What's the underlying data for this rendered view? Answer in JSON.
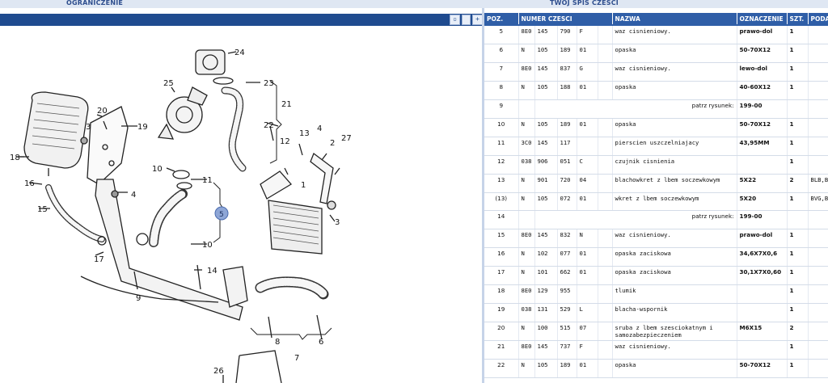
{
  "header": {
    "left_label": "OGRANICZENIE",
    "right_label": "TWOJ SPIS CZESCI"
  },
  "toolbar": {
    "zoom_label": "▫",
    "fit_label": "+"
  },
  "diagram": {
    "callouts": [
      "1",
      "2",
      "3",
      "3",
      "4",
      "4",
      "5",
      "6",
      "7",
      "8",
      "9",
      "10",
      "10",
      "11",
      "12",
      "13",
      "14",
      "15",
      "16",
      "17",
      "18",
      "19",
      "20",
      "21",
      "22",
      "23",
      "24",
      "25",
      "26",
      "27"
    ]
  },
  "table": {
    "columns": [
      "POZ.",
      "NUMER CZESCI",
      "NAZWA",
      "OZNACZENIE",
      "SZT.",
      "PODANIE"
    ],
    "rows": [
      {
        "pos": "5",
        "p1": "8E0",
        "p2": "145",
        "p3": "790",
        "p4": "F",
        "name": "waz cisnieniowy.",
        "mark": "prawo-dol",
        "qty": "1",
        "note": ""
      },
      {
        "pos": "6",
        "p1": "N",
        "p2": "105",
        "p3": "189",
        "p4": "01",
        "name": "opaska",
        "mark": "50-70X12",
        "qty": "1",
        "note": ""
      },
      {
        "pos": "7",
        "p1": "8E0",
        "p2": "145",
        "p3": "837",
        "p4": "G",
        "name": "waz cisnieniowy.",
        "mark": "lewo-dol",
        "qty": "1",
        "note": ""
      },
      {
        "pos": "8",
        "p1": "N",
        "p2": "105",
        "p3": "188",
        "p4": "01",
        "name": "opaska",
        "mark": "40-60X12",
        "qty": "1",
        "note": ""
      },
      {
        "pos": "9",
        "see": "patrz rysunek:",
        "ref": "199-00"
      },
      {
        "pos": "10",
        "p1": "N",
        "p2": "105",
        "p3": "189",
        "p4": "01",
        "name": "opaska",
        "mark": "50-70X12",
        "qty": "1",
        "note": ""
      },
      {
        "pos": "11",
        "p1": "3C0",
        "p2": "145",
        "p3": "117",
        "p4": "",
        "name": "pierscien uszczelniajacy",
        "mark": "43,95MM",
        "qty": "1",
        "note": ""
      },
      {
        "pos": "12",
        "p1": "038",
        "p2": "906",
        "p3": "051",
        "p4": "C",
        "name": "czujnik cisnienia",
        "mark": "",
        "qty": "1",
        "note": ""
      },
      {
        "pos": "13",
        "p1": "N",
        "p2": "901",
        "p3": "720",
        "p4": "04",
        "name": "blachowkret z lbem soczewkowym",
        "mark": "5X22",
        "qty": "2",
        "note": "BLB,BNA"
      },
      {
        "pos": "(13)",
        "p1": "N",
        "p2": "105",
        "p3": "072",
        "p4": "01",
        "name": "wkret z lbem soczewkowym",
        "mark": "5X20",
        "qty": "1",
        "note": "BVG,BRE,BVF,BRF,BVF,B"
      },
      {
        "pos": "14",
        "see": "patrz rysunek:",
        "ref": "199-00"
      },
      {
        "pos": "15",
        "p1": "8E0",
        "p2": "145",
        "p3": "832",
        "p4": "N",
        "name": "waz cisnieniowy.",
        "mark": "prawo-dol",
        "qty": "1",
        "note": ""
      },
      {
        "pos": "16",
        "p1": "N",
        "p2": "102",
        "p3": "077",
        "p4": "01",
        "name": "opaska zaciskowa",
        "mark": "34,6X7X0,6",
        "qty": "1",
        "note": ""
      },
      {
        "pos": "17",
        "p1": "N",
        "p2": "101",
        "p3": "662",
        "p4": "01",
        "name": "opaska zaciskowa",
        "mark": "30,1X7X0,60",
        "qty": "1",
        "note": ""
      },
      {
        "pos": "18",
        "p1": "8E0",
        "p2": "129",
        "p3": "955",
        "p4": "",
        "name": "tlumik",
        "mark": "",
        "qty": "1",
        "note": ""
      },
      {
        "pos": "19",
        "p1": "038",
        "p2": "131",
        "p3": "529",
        "p4": "L",
        "name": "blacha-wspornik",
        "mark": "",
        "qty": "1",
        "note": ""
      },
      {
        "pos": "20",
        "p1": "N",
        "p2": "100",
        "p3": "515",
        "p4": "07",
        "name": "sruba z lbem szesciokatnym i samozabezpieczeniem",
        "mark": "M6X15",
        "qty": "2",
        "note": ""
      },
      {
        "pos": "21",
        "p1": "8E0",
        "p2": "145",
        "p3": "737",
        "p4": "F",
        "name": "waz cisnieniowy.",
        "mark": "",
        "qty": "1",
        "note": ""
      },
      {
        "pos": "22",
        "p1": "N",
        "p2": "105",
        "p3": "189",
        "p4": "01",
        "name": "opaska",
        "mark": "50-70X12",
        "qty": "1",
        "note": ""
      }
    ]
  }
}
